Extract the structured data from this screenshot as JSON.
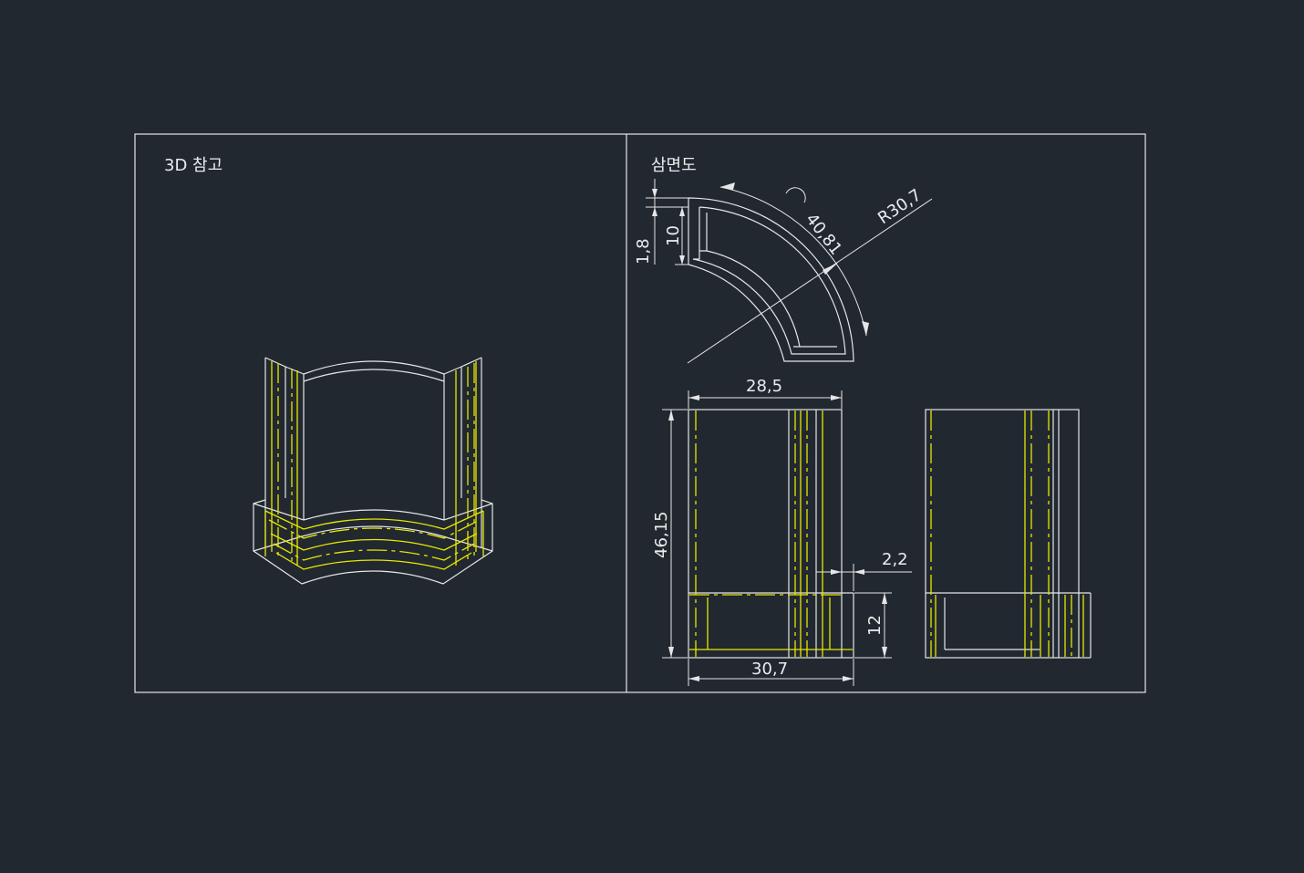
{
  "panels": {
    "left_title": "3D 참고",
    "right_title": "삼면도"
  },
  "dimensions": {
    "top_thickness": "1,8",
    "top_height": "10",
    "arc_length": "40,81",
    "radius": "R30,7",
    "front_width": "28,5",
    "front_height": "46,15",
    "base_offset": "2,2",
    "base_height": "12",
    "base_width": "30,7"
  },
  "colors": {
    "background": "#212830",
    "linework": "#e6e6e6",
    "hidden_lines": "#e8e800"
  }
}
